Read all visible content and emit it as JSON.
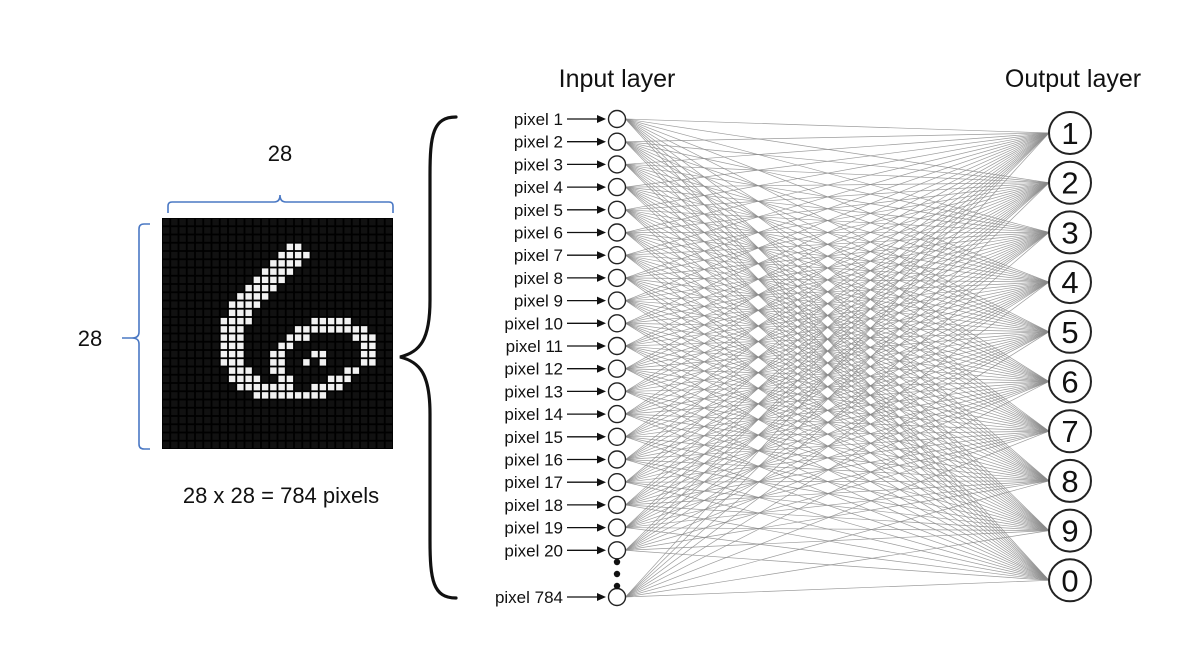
{
  "image_section": {
    "width_label": "28",
    "height_label": "28",
    "caption": "28 x 28 = 784 pixels",
    "bracket_color": "#4a78c4",
    "digit_rows": [
      "............................",
      "............................",
      "............................",
      "...............##...........",
      "..............####..........",
      ".............####...........",
      "............####............",
      "...........####.............",
      "..........####..............",
      ".........####...............",
      "........####................",
      "........###.................",
      ".......####.......#####.....",
      ".......###......#########...",
      ".......###.....###.....###..",
      ".......###....##........##..",
      ".......###...##...##....##..",
      ".......###...##..#.#....##..",
      "........###..##.......##....",
      "........####..##....###.....",
      ".........#######..####......",
      "...........#########........",
      "............................",
      "............................",
      "............................",
      "............................",
      "............................",
      "............................"
    ]
  },
  "input_layer": {
    "title": "Input layer",
    "nodes": [
      "pixel 1",
      "pixel 2",
      "pixel 3",
      "pixel 4",
      "pixel 5",
      "pixel 6",
      "pixel 7",
      "pixel 8",
      "pixel 9",
      "pixel 10",
      "pixel 11",
      "pixel 12",
      "pixel 13",
      "pixel 14",
      "pixel 15",
      "pixel 16",
      "pixel 17",
      "pixel 18",
      "pixel 19",
      "pixel 20"
    ],
    "last_node": "pixel 784"
  },
  "output_layer": {
    "title": "Output layer",
    "nodes": [
      "1",
      "2",
      "3",
      "4",
      "5",
      "6",
      "7",
      "8",
      "9",
      "0"
    ]
  },
  "colors": {
    "connection": "#8a8a8a",
    "node_stroke": "#222222"
  }
}
